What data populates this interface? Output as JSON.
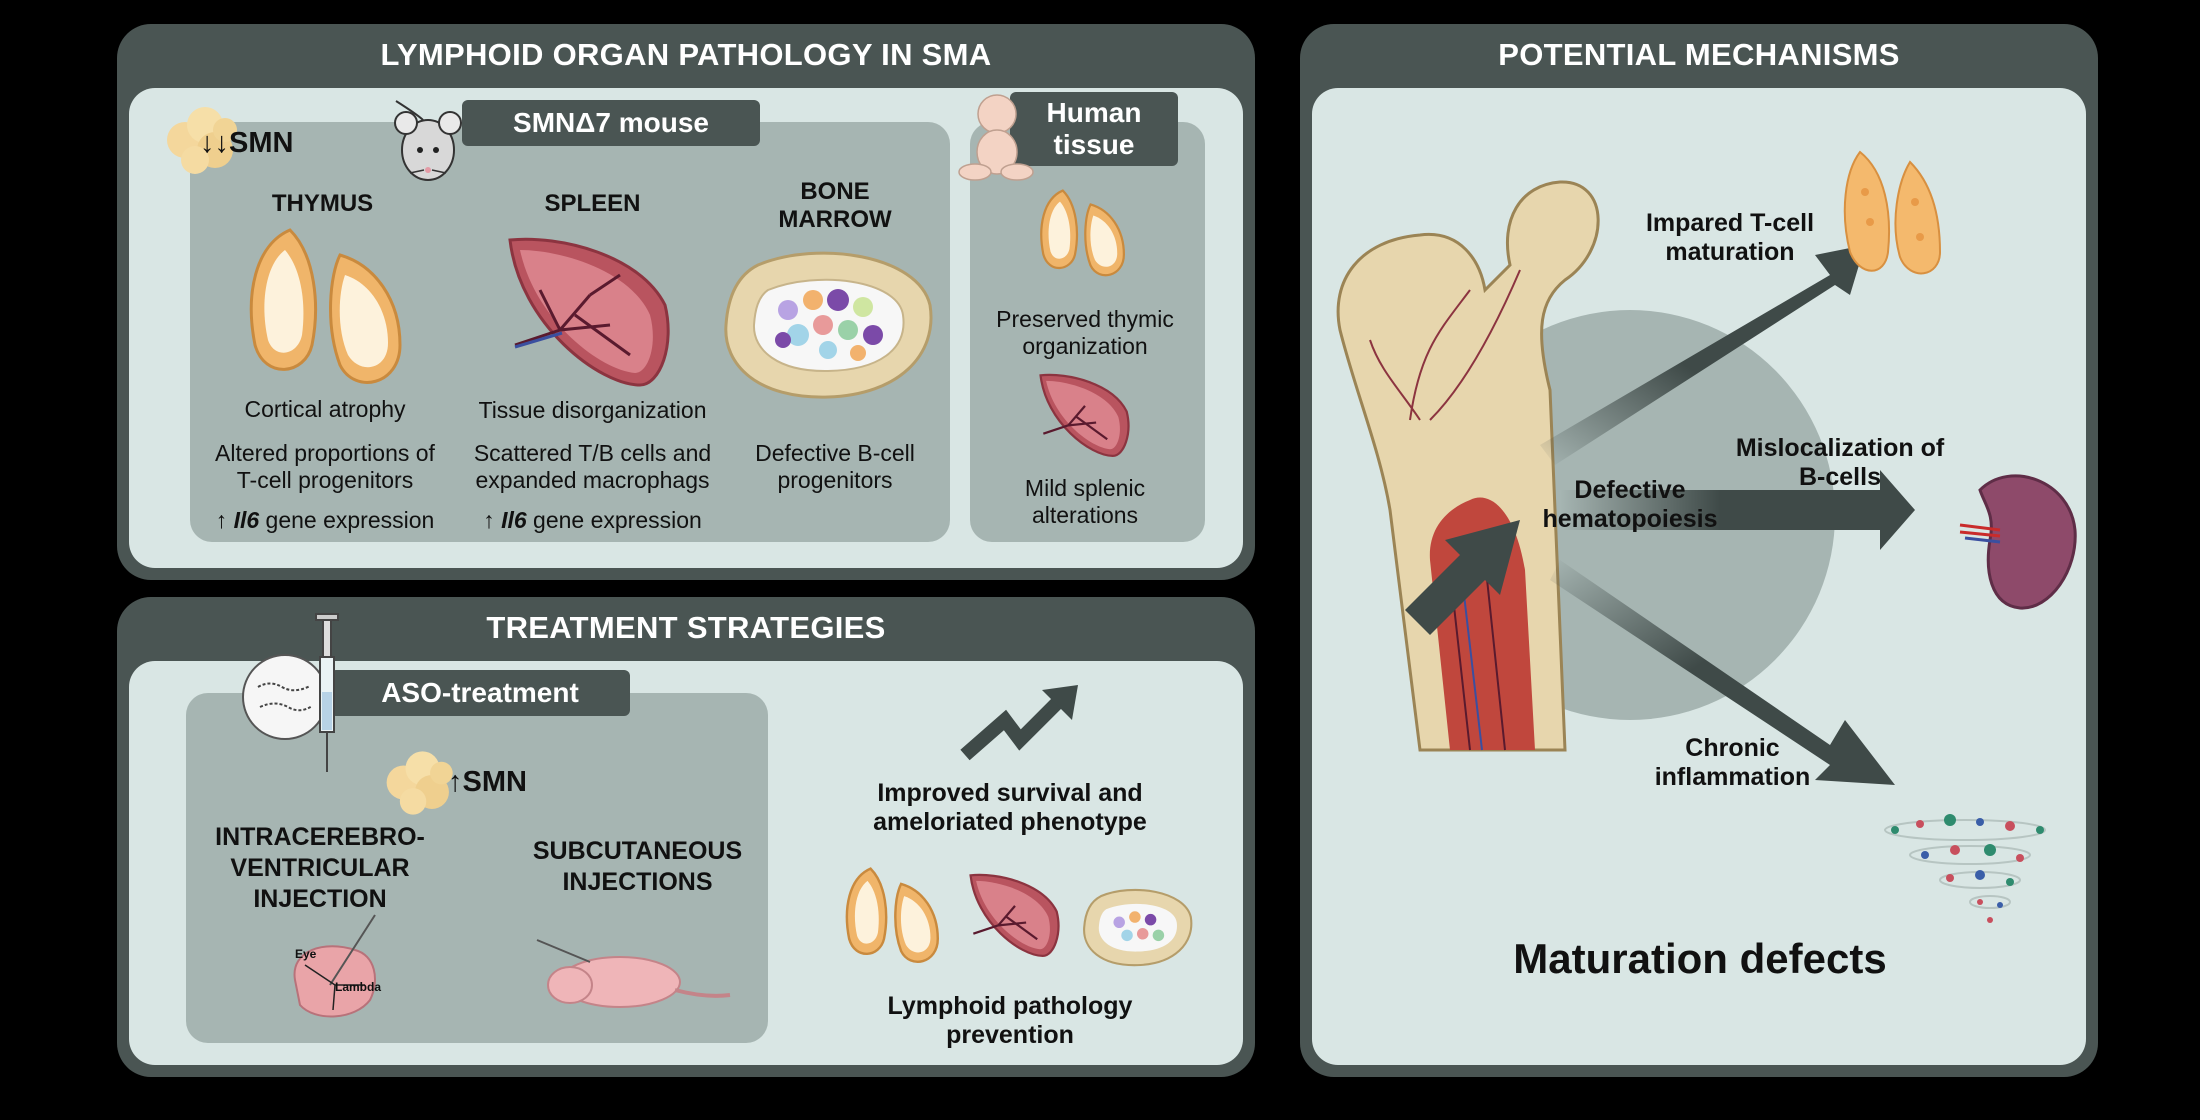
{
  "panels": {
    "pathology": {
      "title": "LYMPHOID ORGAN PATHOLOGY IN SMA",
      "smn_label": "↓↓SMN",
      "mouse_tag": "SMNΔ7 mouse",
      "human_tag": [
        "Human",
        "tissue"
      ],
      "thymus": {
        "heading": "THYMUS",
        "finding1": "Cortical atrophy",
        "finding2": [
          "Altered proportions of",
          "T-cell progenitors"
        ],
        "gene_arrow": "↑",
        "gene_name": "Il6",
        "gene_suffix": " gene expression"
      },
      "spleen": {
        "heading": "SPLEEN",
        "finding1": "Tissue disorganization",
        "finding2": [
          "Scattered T/B cells and",
          "expanded macrophags"
        ],
        "gene_arrow": "↑",
        "gene_name": "Il6",
        "gene_suffix": " gene expression"
      },
      "bone_marrow": {
        "heading": [
          "BONE",
          "MARROW"
        ],
        "finding": [
          "Defective B-cell",
          "progenitors"
        ]
      },
      "human": {
        "finding1": [
          "Preserved thymic",
          "organization"
        ],
        "finding2": [
          "Mild splenic",
          "alterations"
        ]
      }
    },
    "treatment": {
      "title": "TREATMENT STRATEGIES",
      "aso_tag": "ASO-treatment",
      "smn_label": "↑SMN",
      "icv": [
        "INTRACEREBRO-",
        "VENTRICULAR",
        "INJECTION"
      ],
      "sc": [
        "SUBCUTANEOUS",
        "INJECTIONS"
      ],
      "eye_label": "Eye",
      "lambda_label": "Lambda",
      "outcome1": [
        "Improved survival and",
        "ameloriated phenotype"
      ],
      "outcome2": [
        "Lymphoid pathology",
        "prevention"
      ]
    },
    "mechanisms": {
      "title": "POTENTIAL MECHANISMS",
      "center": [
        "Defective",
        "hematopoiesis"
      ],
      "arrow1": [
        "Impared T-cell",
        "maturation"
      ],
      "arrow2": [
        "Mislocalization of",
        "B-cells"
      ],
      "arrow3": [
        "Chronic",
        "inflammation"
      ],
      "footer": "Maturation defects"
    }
  },
  "colors": {
    "frame": "#4a5553",
    "panel_fill": "#d9e6e4",
    "sub_fill": "#a6b5b2",
    "thymus": "#f0b56a",
    "spleen": "#b9545f",
    "bone": "#e7d6ad",
    "arrow": "#3f4a48"
  }
}
